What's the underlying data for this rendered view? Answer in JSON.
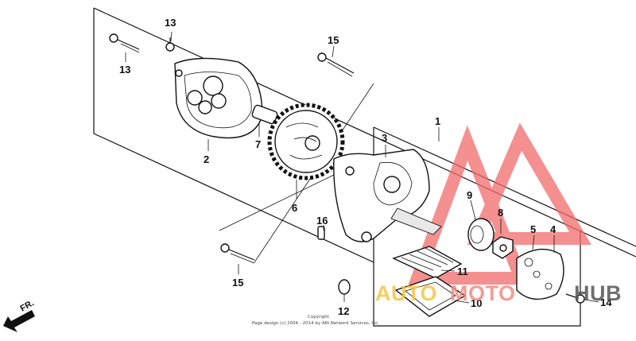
{
  "callouts": {
    "c1": "1",
    "c2": "2",
    "c3": "3",
    "c4": "4",
    "c5": "5",
    "c6": "6",
    "c7": "7",
    "c8": "8",
    "c9": "9",
    "c10": "10",
    "c11": "11",
    "c12": "12",
    "c13a": "13",
    "c13b": "13",
    "c14": "14",
    "c15a": "15",
    "c15b": "15",
    "c16": "16"
  },
  "direction_label": "FR.",
  "copyright": {
    "line1": "Copyright",
    "line2": "Page design (c) 2004 - 2014 by ARI Network Services, Inc."
  },
  "watermark": {
    "part1": "AUTO",
    "part2": "MOTO",
    "part3": "HUB",
    "colors": {
      "auto": "#f5c542",
      "moto": "#f28b82",
      "hub": "#555555",
      "logo": "#f26b6b"
    }
  },
  "icons": {
    "direction_arrow": "arrow-down-left-icon",
    "logo": "triangle-logo-icon"
  }
}
